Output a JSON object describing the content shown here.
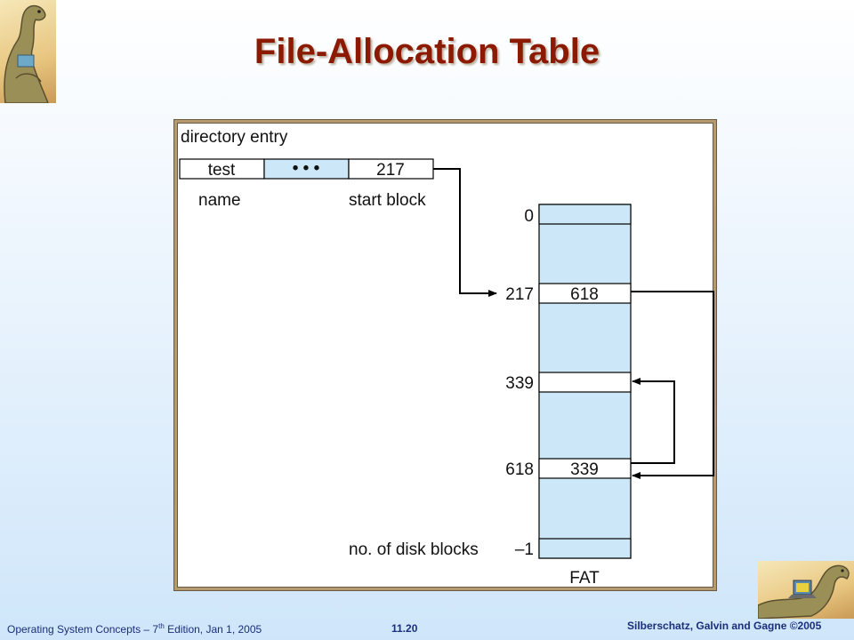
{
  "slide": {
    "title": "File-Allocation Table"
  },
  "diagram": {
    "directory_label": "directory entry",
    "entry": {
      "name_value": "test",
      "middle_value": "• • •",
      "start_value": "217"
    },
    "field_labels": {
      "name": "name",
      "start_block": "start block"
    },
    "fat_rows": [
      {
        "index": "0",
        "value": ""
      },
      {
        "index": "217",
        "value": "618"
      },
      {
        "index": "339",
        "value": ""
      },
      {
        "index": "618",
        "value": "339"
      },
      {
        "index": "–1",
        "value": ""
      }
    ],
    "disk_blocks_label": "no. of disk blocks",
    "fat_label": "FAT",
    "colors": {
      "cell_fill": "#cce8f8",
      "title_color": "#8b1a00",
      "footer_color": "#1a2e7a"
    }
  },
  "footer": {
    "left_prefix": "Operating System Concepts – 7",
    "left_sup": "th",
    "left_suffix": " Edition, Jan 1, 2005",
    "page": "11.20",
    "copyright": "Silberschatz, Galvin and Gagne ©2005"
  },
  "icons": [
    "dinosaur-logo-icon",
    "dinosaur-laptop-logo-icon"
  ]
}
